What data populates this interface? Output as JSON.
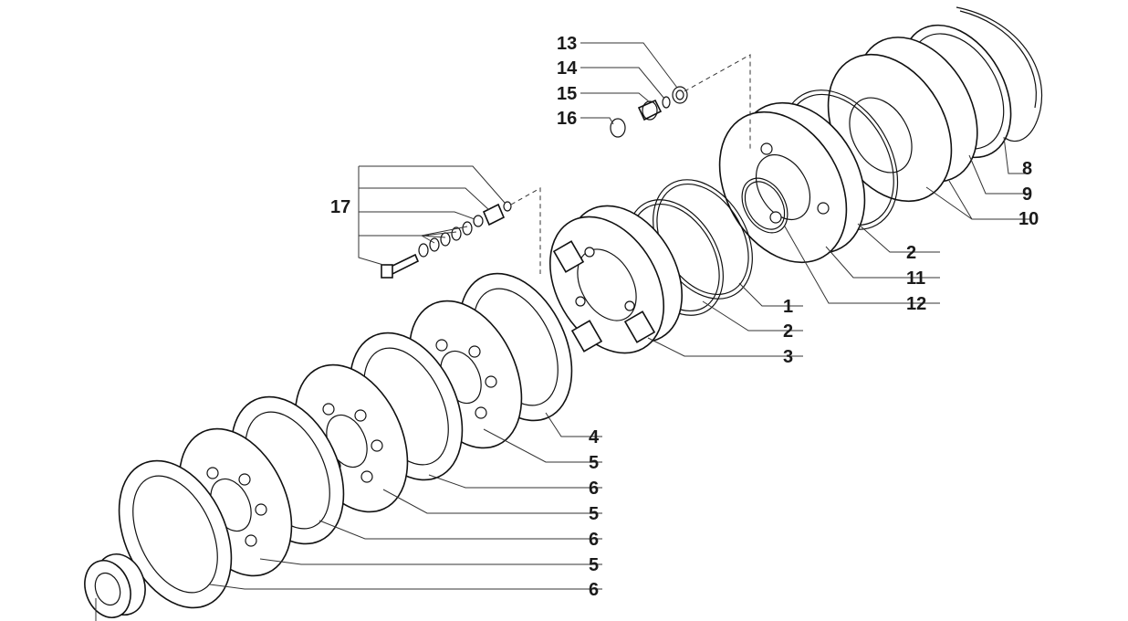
{
  "diagram": {
    "labels": {
      "n1": "1",
      "n2a": "2",
      "n2b": "2",
      "n3": "3",
      "n4": "4",
      "n5a": "5",
      "n5b": "5",
      "n5c": "5",
      "n6a": "6",
      "n6b": "6",
      "n6c": "6",
      "n8": "8",
      "n9": "9",
      "n10": "10",
      "n11": "11",
      "n12": "12",
      "n13": "13",
      "n14": "14",
      "n15": "15",
      "n16": "16",
      "n17": "17"
    }
  }
}
